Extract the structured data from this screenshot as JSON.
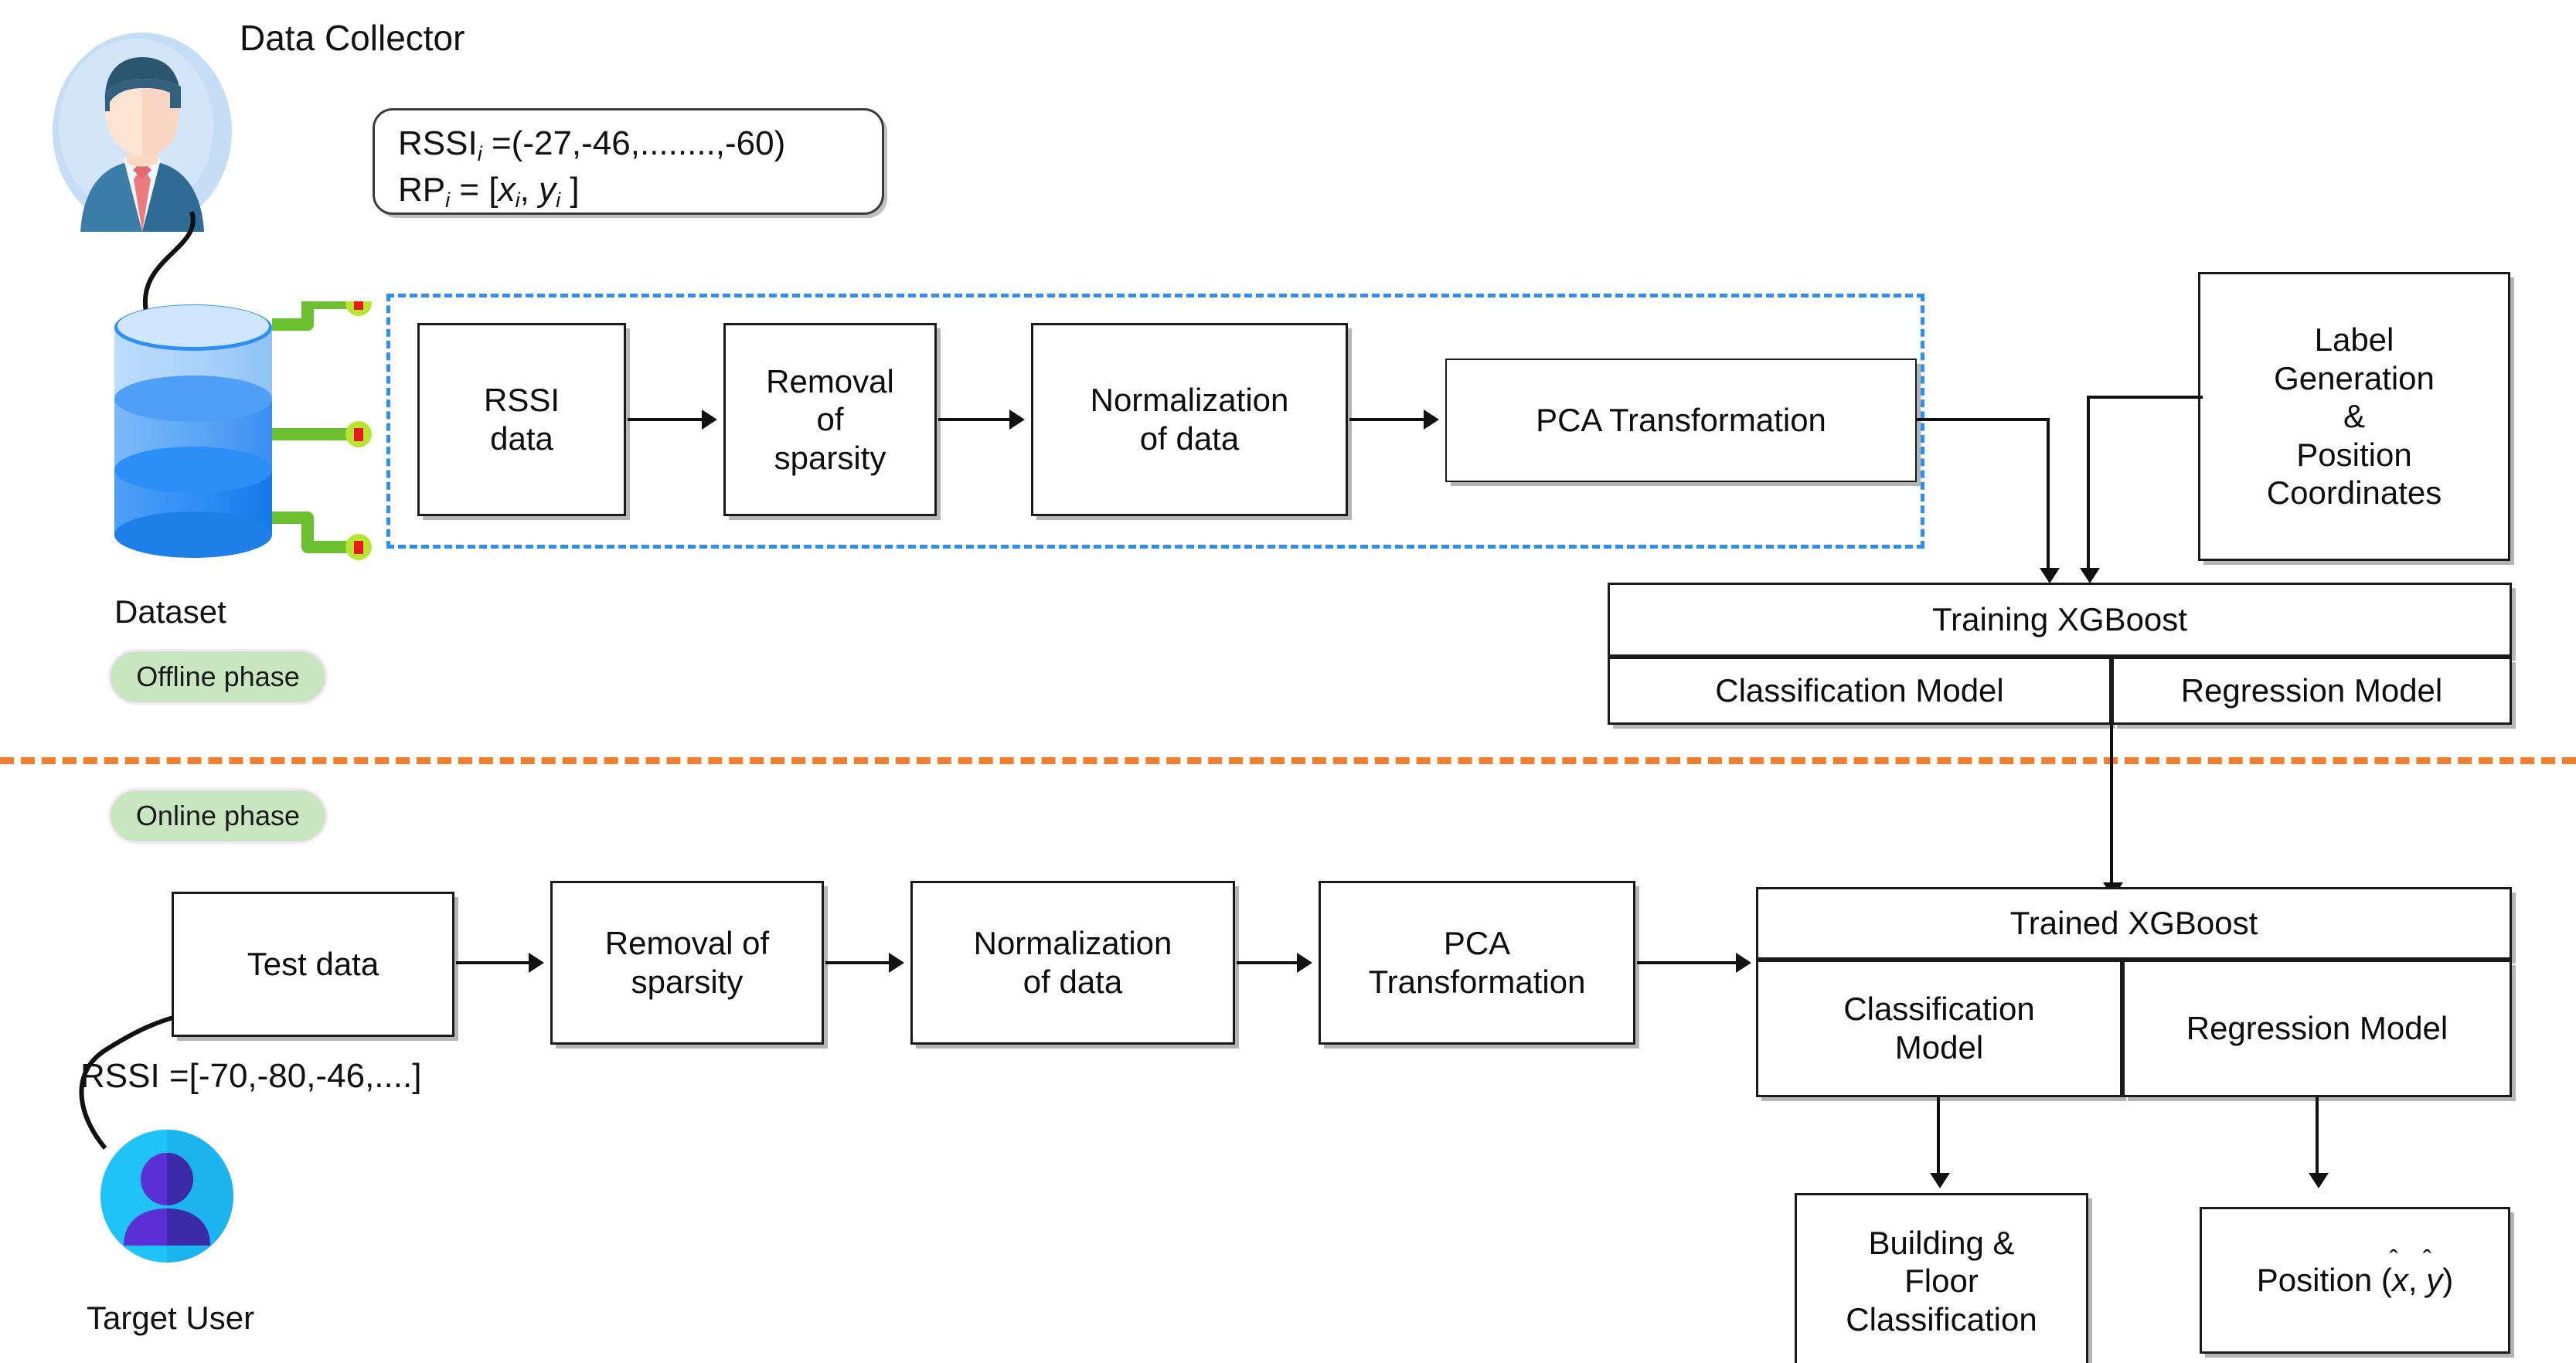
{
  "diagram": {
    "title": "Indoor localization XGBoost pipeline (offline / online phases)",
    "colors": {
      "offline_container": "#2f8ff0",
      "phase_divider": "#f08030",
      "phase_pill_bg": "#c8e6c0",
      "database_blue": "#2e8ef7",
      "cable_green": "#6cbf2f",
      "target_user_cyan": "#1fc3f7",
      "target_user_purple": "#5b30d6",
      "box_border": "#1a1a1a"
    }
  },
  "actors": {
    "data_collector": {
      "label": "Data Collector"
    },
    "dataset": {
      "label": "Dataset"
    },
    "target_user": {
      "label": "Target User"
    }
  },
  "formula_box": {
    "line1_prefix": "RSSI",
    "line1_sub": "i",
    "line1_value": " =(-27,-46,........,-60)",
    "line2_prefix": "RP",
    "line2_sub": "i",
    "line2_value_open": " = [",
    "line2_x": "x",
    "line2_x_sub": "i",
    "line2_comma": ", ",
    "line2_y": "y",
    "line2_y_sub": "i",
    "line2_value_close": " ]"
  },
  "phases": {
    "offline": {
      "label": "Offline phase"
    },
    "online": {
      "label": "Online phase"
    }
  },
  "offline_pipeline": {
    "steps": [
      {
        "id": "rssi-data",
        "label": "RSSI\ndata"
      },
      {
        "id": "removal-of-sparsity",
        "label": "Removal\nof\nsparsity"
      },
      {
        "id": "normalization-of-data",
        "label": "Normalization\nof data"
      },
      {
        "id": "pca-transformation",
        "label": "PCA Transformation"
      }
    ]
  },
  "label_generation": {
    "label": "Label\nGeneration\n&\nPosition\nCoordinates"
  },
  "training_model": {
    "header": "Training XGBoost",
    "left": "Classification Model",
    "right": "Regression Model"
  },
  "online_pipeline": {
    "steps": [
      {
        "id": "test-data",
        "label": "Test data"
      },
      {
        "id": "removal-of-sparsity",
        "label": "Removal of\nsparsity"
      },
      {
        "id": "normalization-of-data",
        "label": "Normalization\nof data"
      },
      {
        "id": "pca-transformation",
        "label": "PCA\nTransformation"
      }
    ],
    "rssi_vector": "RSSI =[-70,-80,-46,....]"
  },
  "trained_model": {
    "header": "Trained XGBoost",
    "left": "Classification\nModel",
    "right": "Regression Model"
  },
  "outputs": {
    "classification": "Building &\nFloor\nClassification",
    "regression_prefix": "Position (",
    "regression_x": "x",
    "regression_comma": ", ",
    "regression_y": "y",
    "regression_suffix": ")"
  }
}
